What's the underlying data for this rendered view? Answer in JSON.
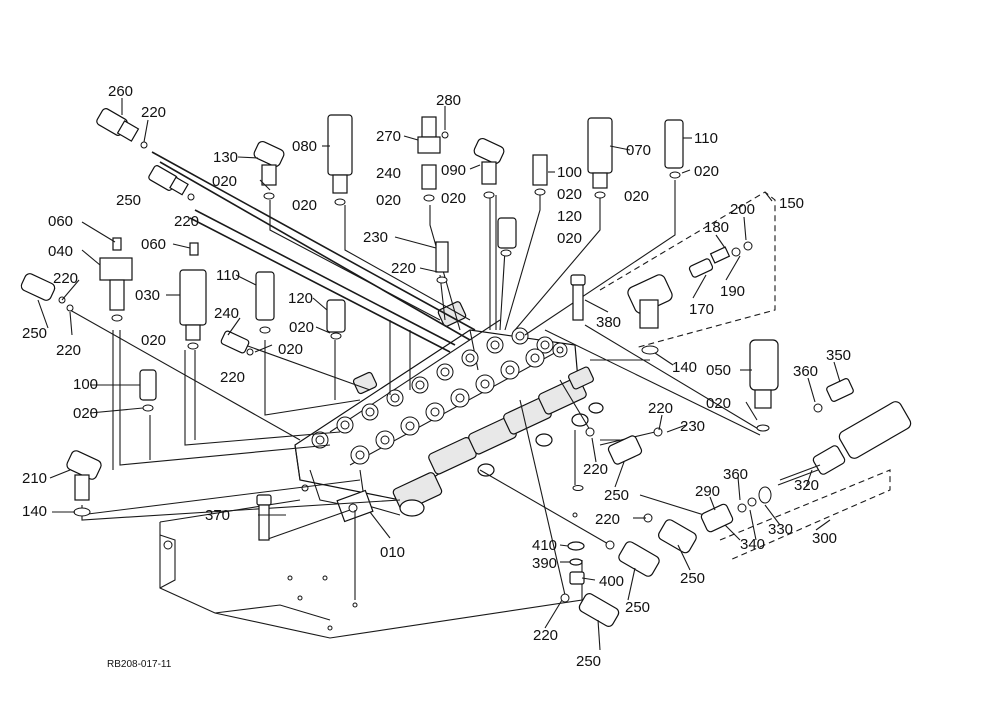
{
  "figure_ref": "RB208-017-11",
  "labels": {
    "l260": "260",
    "l220a": "220",
    "l280": "280",
    "l130": "130",
    "l080": "080",
    "l270": "270",
    "l090": "090",
    "l070": "070",
    "l110a": "110",
    "l240a": "240",
    "l100a": "100",
    "l020a": "020",
    "l020b": "020",
    "l020c": "020",
    "l020d": "020",
    "l020e": "020",
    "l020f": "020",
    "l020g": "020",
    "l250a": "250",
    "l220b": "220",
    "l150": "150",
    "l200": "200",
    "l180": "180",
    "l120a": "120",
    "l020h": "020",
    "l060a": "060",
    "l060b": "060",
    "l040": "040",
    "l230": "230",
    "l220c": "220",
    "l030": "030",
    "l110b": "110",
    "l220d": "220",
    "l170": "170",
    "l190": "190",
    "l250b": "250",
    "l220e": "220",
    "l380": "380",
    "l240b": "240",
    "l120b": "120",
    "l020i": "020",
    "l020j": "020",
    "l020k": "020",
    "l220f": "220",
    "l140a": "140",
    "l050": "050",
    "l350": "350",
    "l360a": "360",
    "l100b": "100",
    "l020l": "020",
    "l220g": "220",
    "l230b": "230",
    "l020m": "020",
    "l210": "210",
    "l220h": "220",
    "l250c": "250",
    "l360b": "360",
    "l290": "290",
    "l140b": "140",
    "l370": "370",
    "l320": "320",
    "l330": "330",
    "l340": "340",
    "l300": "300",
    "l220i": "220",
    "l010": "010",
    "l410": "410",
    "l390": "390",
    "l400": "400",
    "l250d": "250",
    "l250e": "250",
    "l220j": "220",
    "l250f": "250"
  }
}
